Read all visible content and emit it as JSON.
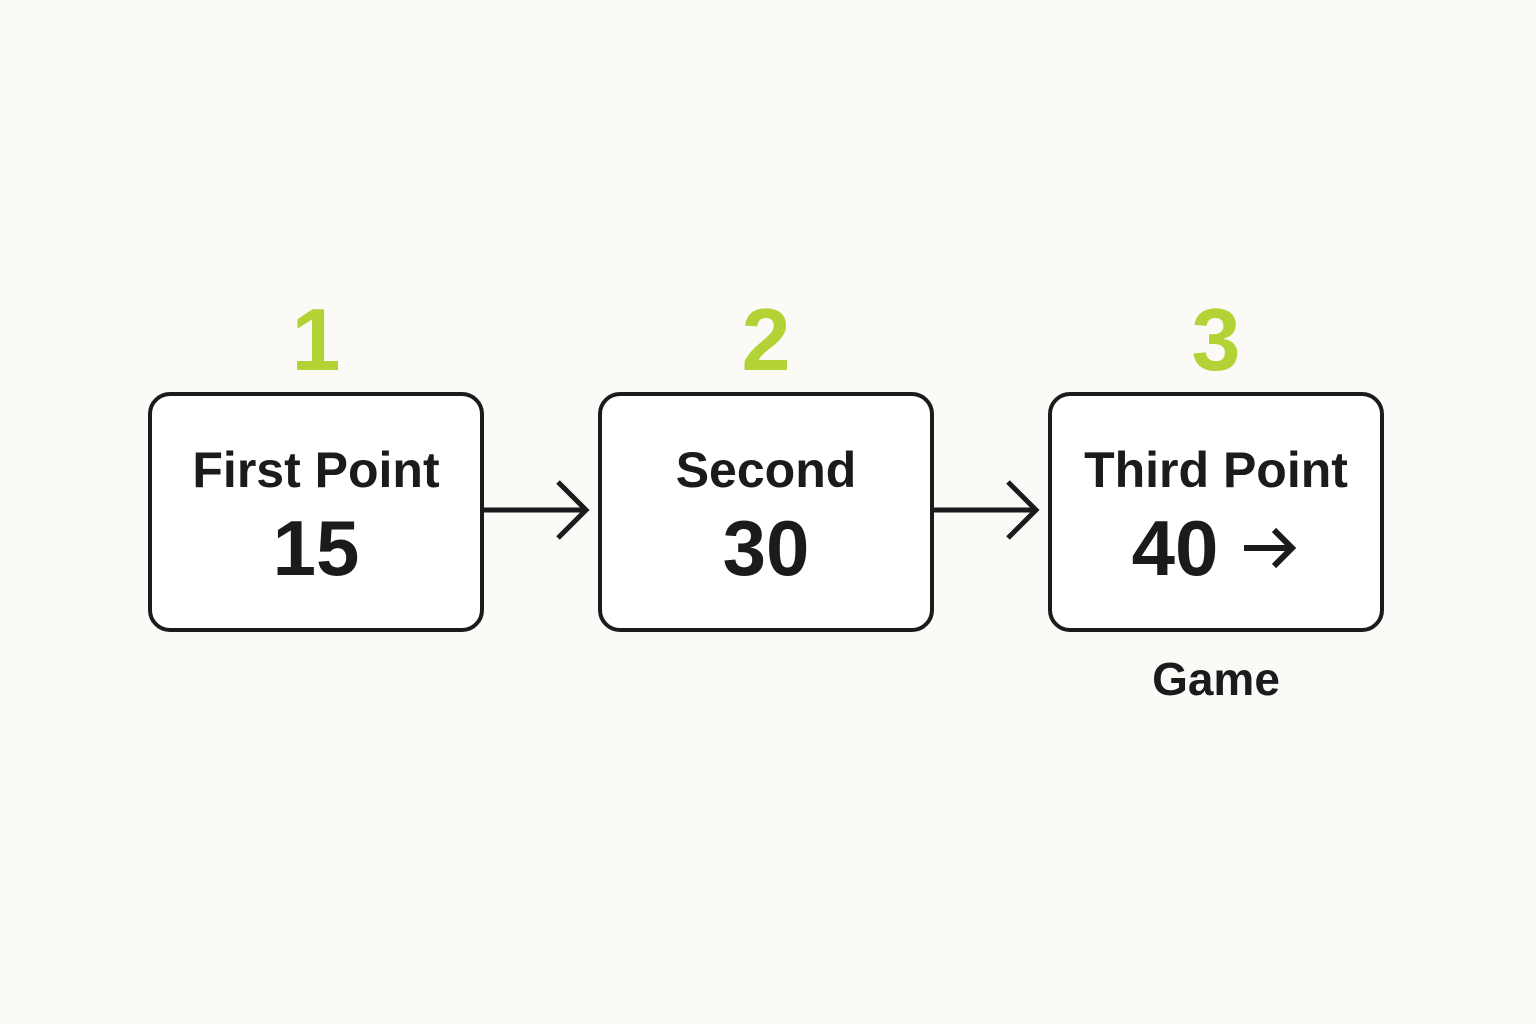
{
  "diagram": {
    "steps": [
      {
        "number": "1",
        "title": "First Point",
        "value": "15"
      },
      {
        "number": "2",
        "title": "Second",
        "value": "30"
      },
      {
        "number": "3",
        "title": "Third Point",
        "value": "40",
        "value_icon": "arrow-right",
        "caption": "Game"
      }
    ],
    "colors": {
      "accent": "#b2d235",
      "ink": "#1b1b1d",
      "background": "#fbfaf7",
      "box_fill": "#fffffe"
    }
  }
}
